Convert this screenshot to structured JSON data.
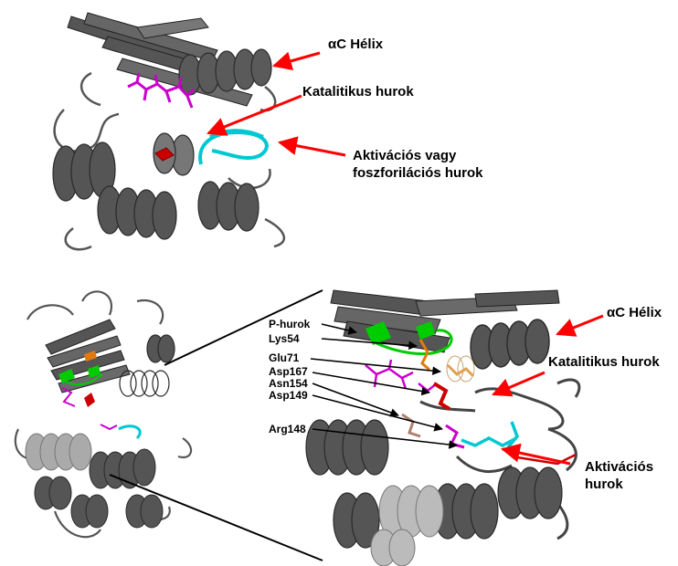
{
  "top": {
    "labels": {
      "ac_helix": "αC Hélix",
      "catalytic_loop": "Katalitikus hurok",
      "activation_loop_line1": "Aktivációs vagy",
      "activation_loop_line2": "foszforilációs hurok"
    }
  },
  "bottom_right": {
    "residue_labels": {
      "p_loop": "P-hurok",
      "lys54": "Lys54",
      "glu71": "Glu71",
      "asp167": "Asp167",
      "asn154": "Asn154",
      "asp149": "Asp149",
      "arg148": "Arg148"
    },
    "labels": {
      "ac_helix": "αC Hélix",
      "catalytic_loop": "Katalitikus hurok",
      "activation_loop_line1": "Aktivációs",
      "activation_loop_line2": "hurok"
    }
  },
  "colors": {
    "protein": "#4a4a4a",
    "protein_light": "#9a9a9a",
    "arrow": "#ff0000",
    "catalytic_loop": "#cc0000",
    "activation_loop": "#00c8d2",
    "ligand": "#cc00cc",
    "p_loop": "#00cc00",
    "lys": "#e07a10",
    "glu": "#e0a050",
    "asn": "#b08070",
    "label_text": "#000000"
  }
}
